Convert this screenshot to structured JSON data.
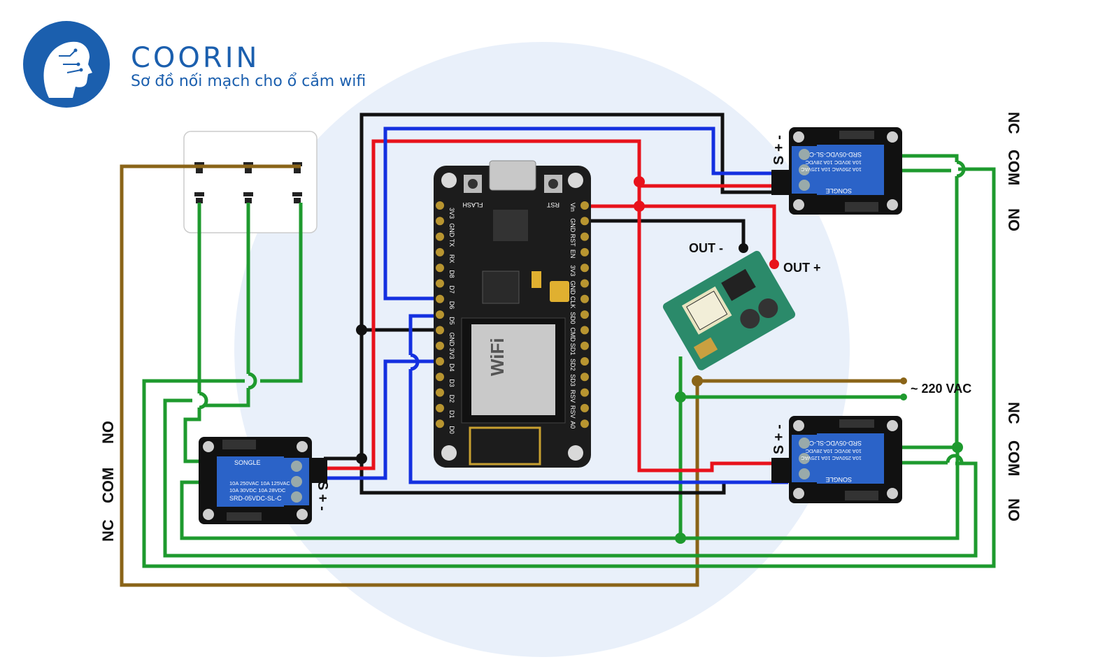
{
  "brand": {
    "name": "COORIN",
    "subtitle": "Sơ đồ nối mạch cho ổ cắm wifi"
  },
  "labels": {
    "out_minus": "OUT -",
    "out_plus": "OUT +",
    "ac_input": "~ 220 VAC",
    "relay_pins": "S + -",
    "relay_top_right_contacts": [
      "NC",
      "COM",
      "NO"
    ],
    "relay_bottom_right_contacts": [
      "NC",
      "COM",
      "NO"
    ],
    "relay_left_contacts": [
      "NC",
      "COM",
      "NO"
    ]
  },
  "board": {
    "left_pins": [
      "3V3",
      "GND",
      "TX",
      "RX",
      "D8",
      "D7",
      "D6",
      "D5",
      "GND",
      "3V3",
      "D4",
      "D3",
      "D2",
      "D1",
      "D0"
    ],
    "right_pins": [
      "Vin",
      "GND",
      "RST",
      "EN",
      "3V3",
      "GND",
      "CLK",
      "SD0",
      "CMD",
      "SD1",
      "SD2",
      "SD3",
      "RSV",
      "RSV",
      "A0"
    ],
    "buttons": [
      "FLASH",
      "RST"
    ],
    "module_text": "WiFi"
  },
  "relay_module": {
    "text_lines": [
      "10A 250VAC  10A 125VAC",
      "10A 30VDC  10A 28VDC",
      "SRD-05VDC-SL-C"
    ],
    "brand": "SONGLE"
  },
  "colors": {
    "brand_blue": "#1b5fae",
    "wire_green": "#1e9a2e",
    "wire_brown": "#8a6418",
    "wire_red": "#e8121b",
    "wire_blue": "#1430e0",
    "wire_black": "#111111"
  }
}
